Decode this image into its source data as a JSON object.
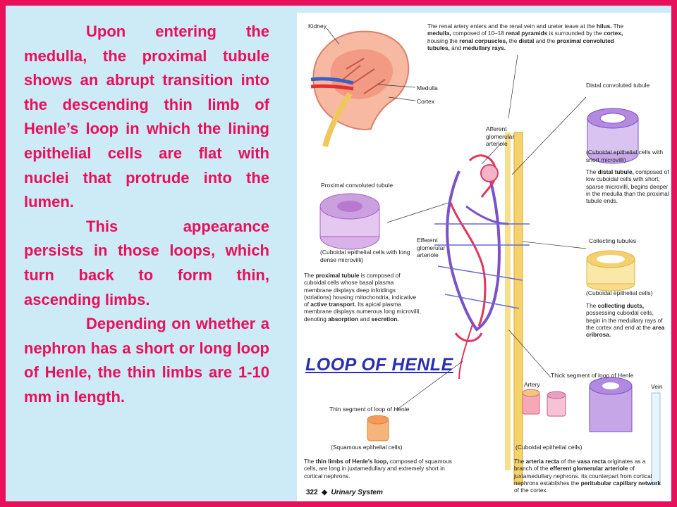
{
  "left_text": {
    "p1": "Upon entering the medulla, the proximal tubule shows an abrupt transition into the descending thin limb of Henle’s loop in which the lining epithelial cells are flat with nuclei that protrude into the lumen.",
    "p2": "This appearance persists in those loops, which turn back to form thin, ascending limbs.",
    "p3": "Depending on whether a nephron has a short or long loop of Henle, the thin limbs are 1-10 mm in length."
  },
  "title": "LOOP OF  HENLE",
  "labels": {
    "kidney": "Kidney",
    "medulla": "Medulla",
    "cortex": "Cortex",
    "distal": "Distal convoluted tubule",
    "distal_cells": "(Cuboidal epithelial cells with short microvilli)",
    "afferent": "Afferent glomerular arteriole",
    "proximal": "Proximal convoluted tubule",
    "proximal_cells": "(Cuboidal epithelial cells with long dense microvilli)",
    "efferent": "Efferent glomerular arteriole",
    "collecting": "Collecting tubules",
    "collecting_cells": "(Cuboidal epithelial cells)",
    "thick": "Thick segment of loop of Henle",
    "artery": "Artery",
    "vein": "Vein",
    "thin": "Thin segment of loop of Henle",
    "squamous": "(Squamous epithelial cells)",
    "cuboidal": "(Cuboidal epithelial cells)"
  },
  "paragraphs": {
    "top": "The renal artery enters and the renal vein and ureter leave at the hilus. The medulla, composed of 10–18 renal pyramids is surrounded by the cortex, housing the renal corpuscles, the distal and the proximal convoluted tubules, and medullary rays.",
    "distal": "The distal tubule, composed of low cuboidal cells with short, sparse microvilli, begins deeper in the medulla than the proximal tubule ends.",
    "proximal": "The proximal tubule is composed of cuboidal cells whose basal plasma membrane displays deep infoldings (striations) housing mitochondria, indicative of active transport. Its apical plasma membrane displays numerous long microvilli, denoting absorption and secretion.",
    "collecting": "The collecting ducts, possessing cuboidal cells, begin in the medullary rays of the cortex and end at the area cribrosa.",
    "thin": "The thin limbs of Henle's loop, composed of squamous cells, are long in juxtamedullary and extremely short in cortical nephrons.",
    "arteria": "The arteria recta of the vasa recta originates as a branch of the efferent glomerular arteriole of juxtamedullary nephrons. Its counterpart from cortical nephrons establishes the peritubular capillary network of the cortex."
  },
  "footer": {
    "page": "322",
    "diamond": "◆",
    "section": "Urinary System"
  },
  "colors": {
    "border": "#e8105a",
    "background": "#cdeaf7",
    "title": "#2a2fb0"
  }
}
